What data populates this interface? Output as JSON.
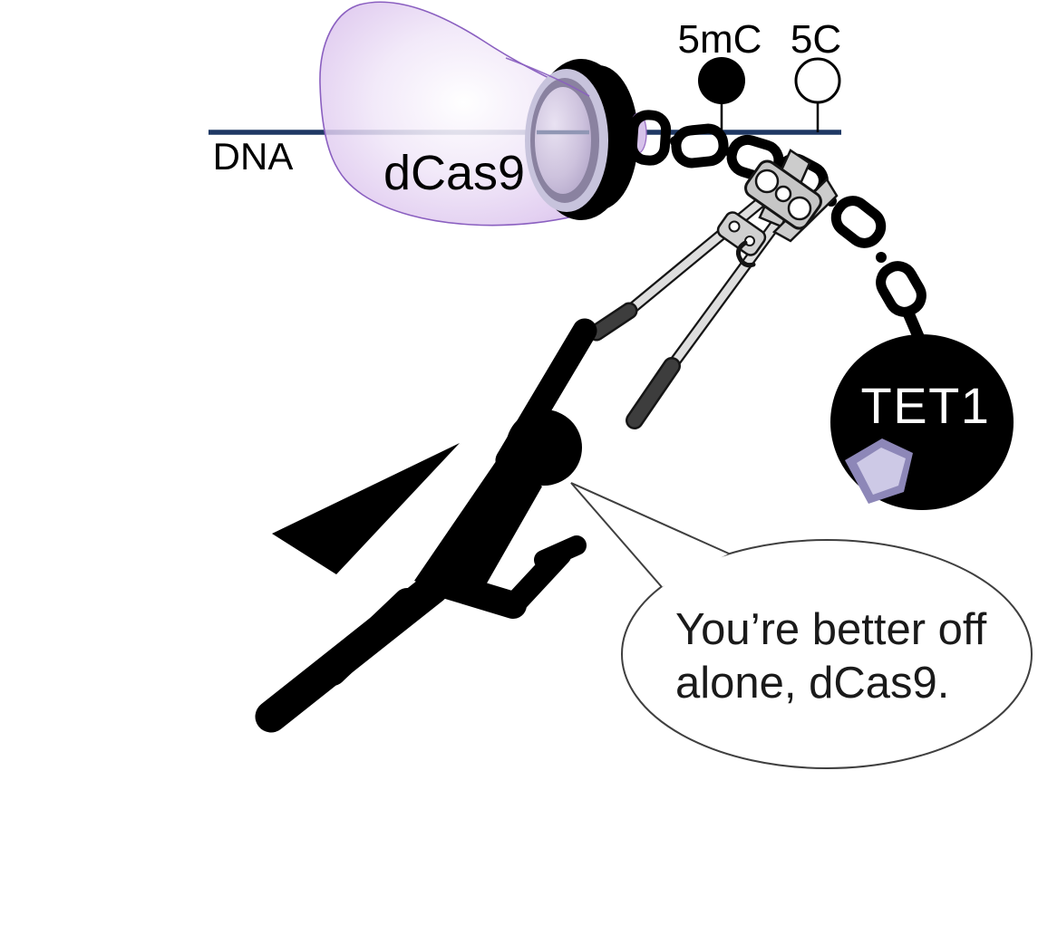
{
  "labels": {
    "dna": "DNA",
    "dcas9": "dCas9",
    "methylated_cytosine": "5mC",
    "unmethylated_cytosine": "5C",
    "tet1": "TET1"
  },
  "speech_bubble": {
    "line1": "You’re better off",
    "line2": "alone, dCas9."
  },
  "colors": {
    "background": "#ffffff",
    "dna_line": "#1f3864",
    "ink": "#000000",
    "beam_edge": "#8a5fc0",
    "beam_fill": "#d3bae9",
    "ring_light": "#c7c3dc",
    "ring_dark": "#8a82a0",
    "ball_text": "#ffffff",
    "shield_border": "#8d87b8",
    "shield_fill": "#cdc9e6",
    "tool_metal": "#dedede",
    "tool_grip": "#3d3d3d",
    "bubble_stroke": "#3f3f3f"
  }
}
